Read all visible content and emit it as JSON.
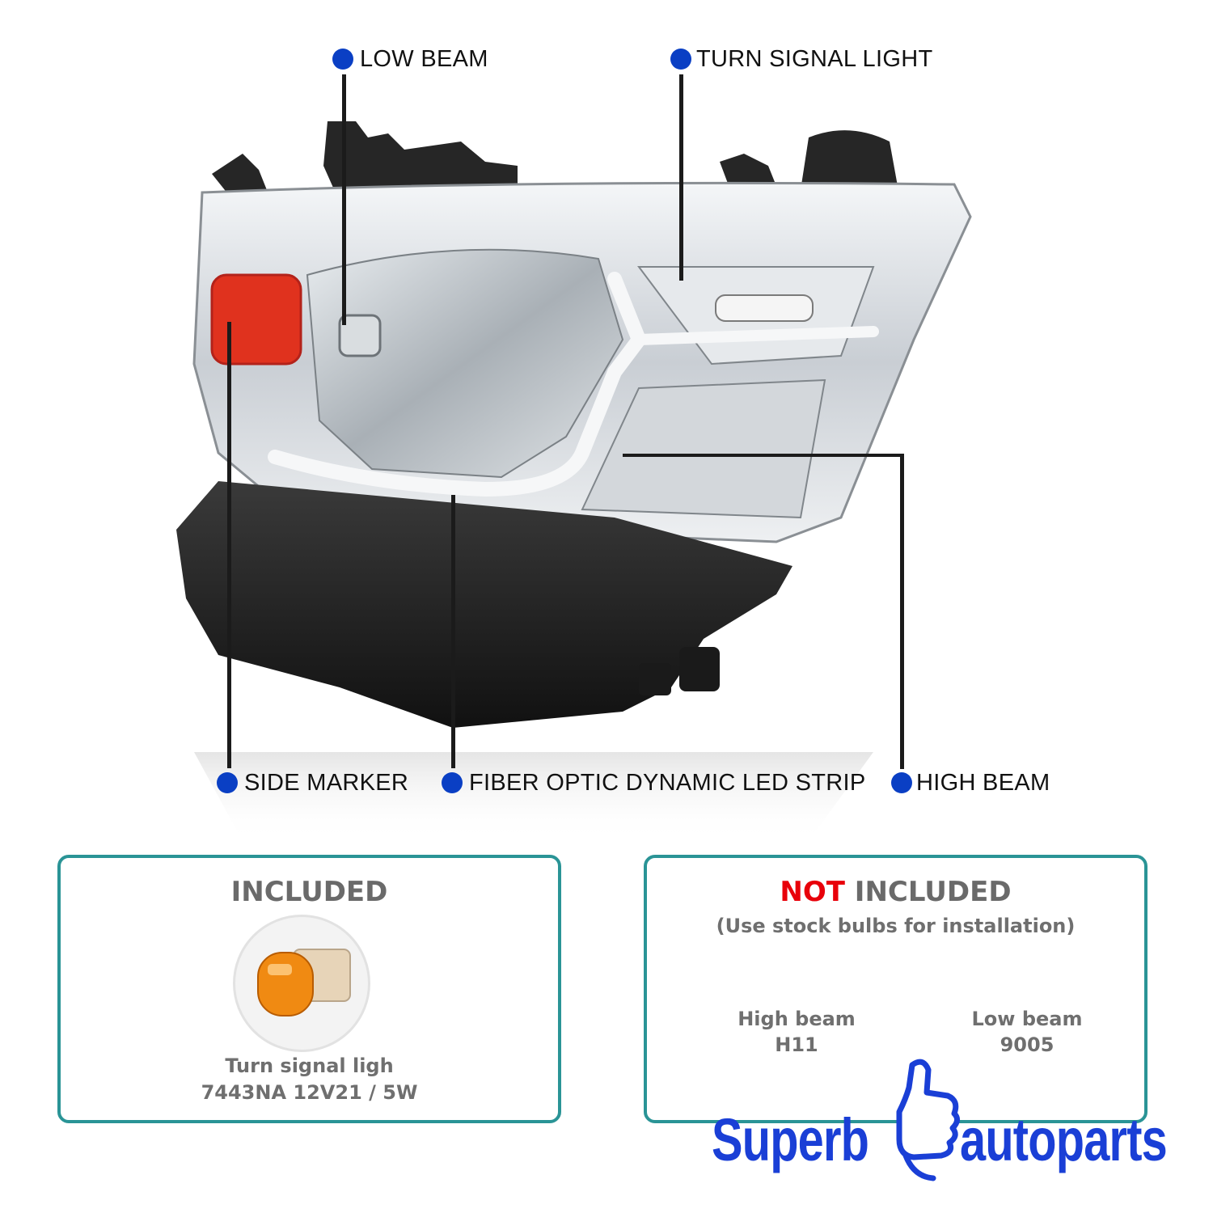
{
  "callouts": {
    "low_beam": "LOW BEAM",
    "turn_signal_light": "TURN SIGNAL LIGHT",
    "side_marker": "SIDE MARKER",
    "fiber_optic": "FIBER OPTIC DYNAMIC LED STRIP",
    "high_beam": "HIGH BEAM"
  },
  "included": {
    "title": "INCLUDED",
    "bulb_name": "Turn signal ligh",
    "bulb_spec": "7443NA 12V21 / 5W"
  },
  "not_included": {
    "title_red": "NOT",
    "title_rest": "INCLUDED",
    "subtitle": "(Use stock bulbs for installation)",
    "items": [
      {
        "name": "High beam",
        "code": "H11"
      },
      {
        "name": "Low beam",
        "code": "9005"
      }
    ]
  },
  "logo": {
    "left_word": "Superb",
    "right_word": "autoparts"
  },
  "colors": {
    "accent_blue": "#0a3fc4",
    "box_border": "#2a9496",
    "highlight_red": "#e8000a",
    "logo_blue": "#1a3fd6",
    "amber": "#f08a12",
    "side_marker_red": "#e0321e"
  }
}
